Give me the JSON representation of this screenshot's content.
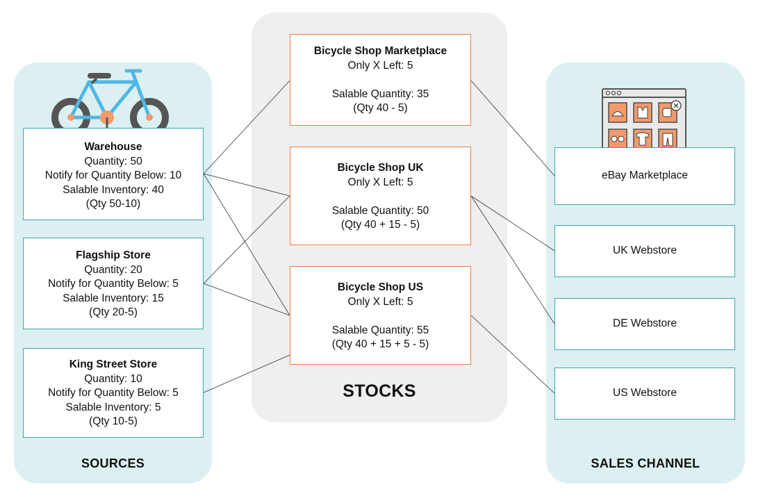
{
  "sources": {
    "title": "SOURCES",
    "items": [
      {
        "name": "Warehouse",
        "lines": [
          "Quantity: 50",
          "Notify for Quantity Below: 10",
          "Salable Inventory: 40",
          "(Qty 50-10)"
        ]
      },
      {
        "name": "Flagship Store",
        "lines": [
          "Quantity: 20",
          "Notify for Quantity Below: 5",
          "Salable Inventory: 15",
          "(Qty 20-5)"
        ]
      },
      {
        "name": "King Street Store",
        "lines": [
          "Quantity: 10",
          "Notify for Quantity Below: 5",
          "Salable Inventory: 5",
          "(Qty 10-5)"
        ]
      }
    ]
  },
  "stocks": {
    "title": "STOCKS",
    "items": [
      {
        "name": "Bicycle Shop Marketplace",
        "lines": [
          "Only X Left: 5",
          "Salable Quantity: 35",
          "(Qty 40 - 5)"
        ]
      },
      {
        "name": "Bicycle Shop UK",
        "lines": [
          "Only X Left: 5",
          "Salable Quantity: 50",
          "(Qty 40 + 15 - 5)"
        ]
      },
      {
        "name": "Bicycle Shop US",
        "lines": [
          "Only X Left: 5",
          "Salable Quantity: 55",
          "(Qty 40 + 15 + 5 - 5)"
        ]
      }
    ]
  },
  "channels": {
    "title": "SALES CHANNEL",
    "items": [
      "eBay Marketplace",
      "UK Webstore",
      "DE Webstore",
      "US Webstore"
    ]
  },
  "icons": {
    "sources": "bicycle-icon",
    "channels": "storefront-window-icon"
  },
  "colors": {
    "source_border": "#3aa6a6",
    "stock_border": "#f07d3c",
    "side_panel": "#dcf0f2",
    "center_panel": "#efefef",
    "bike_frame": "#4fb8e6",
    "icon_orange": "#f39a6b"
  }
}
